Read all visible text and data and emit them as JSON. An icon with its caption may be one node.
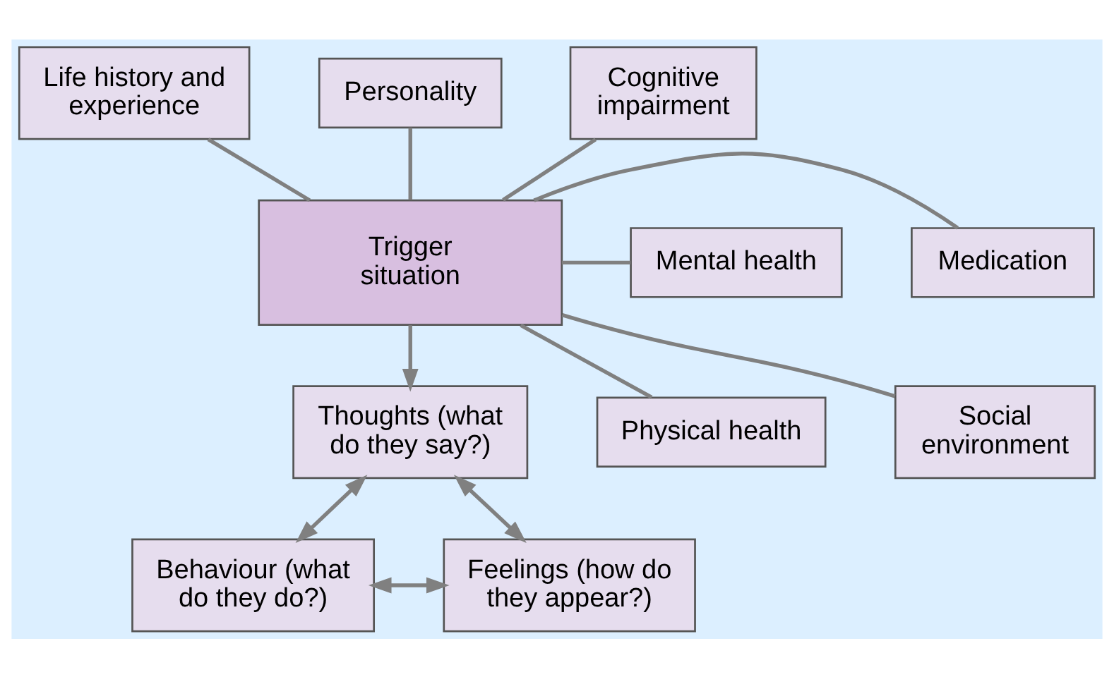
{
  "diagram": {
    "nodes": [
      {
        "text": [
          "Life history and experience"
        ]
      },
      {
        "text": [
          "Personality"
        ]
      },
      {
        "text": [
          "Cognitive impairment"
        ]
      },
      {
        "text": [
          "Mental health"
        ]
      },
      {
        "text": [
          "Trigger situation"
        ]
      },
      {
        "text": [
          "Medication"
        ]
      },
      {
        "text": [
          "Physical health"
        ]
      },
      {
        "text": [
          "Social environment"
        ]
      },
      {
        "text": [
          "Thoughts (what do they say?)"
        ]
      },
      {
        "text": [
          "Behaviour (what do they do?)"
        ]
      },
      {
        "text": [
          "Feelings (how do they appear?)"
        ]
      }
    ],
    "edges": [
      {
        "from": 0,
        "to": 4,
        "arrow": "none"
      },
      {
        "from": 1,
        "to": 4,
        "arrow": "none"
      },
      {
        "from": 2,
        "to": 4,
        "arrow": "none"
      },
      {
        "from": 3,
        "to": 4,
        "arrow": "none"
      },
      {
        "from": 5,
        "to": 4,
        "arrow": "none"
      },
      {
        "from": 6,
        "to": 4,
        "arrow": "none"
      },
      {
        "from": 7,
        "to": 4,
        "arrow": "none"
      },
      {
        "from": 4,
        "to": 8,
        "arrow": "to"
      },
      {
        "from": 8,
        "to": 9,
        "arrow": "both"
      },
      {
        "from": 8,
        "to": 10,
        "arrow": "both"
      },
      {
        "from": 9,
        "to": 10,
        "arrow": "both"
      }
    ]
  }
}
